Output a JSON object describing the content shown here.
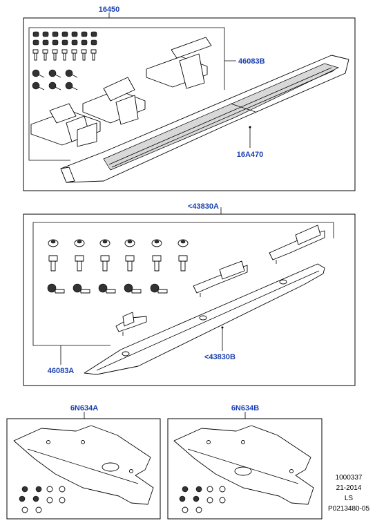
{
  "callouts": {
    "c16450": "16450",
    "c46083B": "46083B",
    "c16A470": "16A470",
    "c43830A": "<43830A",
    "c46083A": "46083A",
    "c43830B": "<43830B",
    "c6N634A": "6N634A",
    "c6N634B": "6N634B"
  },
  "meta": {
    "line1": "1000337",
    "line2": "21-2014",
    "line3": "LS",
    "line4": "P0213480-05"
  },
  "colors": {
    "callout": "#1a3fb0",
    "line": "#000000"
  }
}
